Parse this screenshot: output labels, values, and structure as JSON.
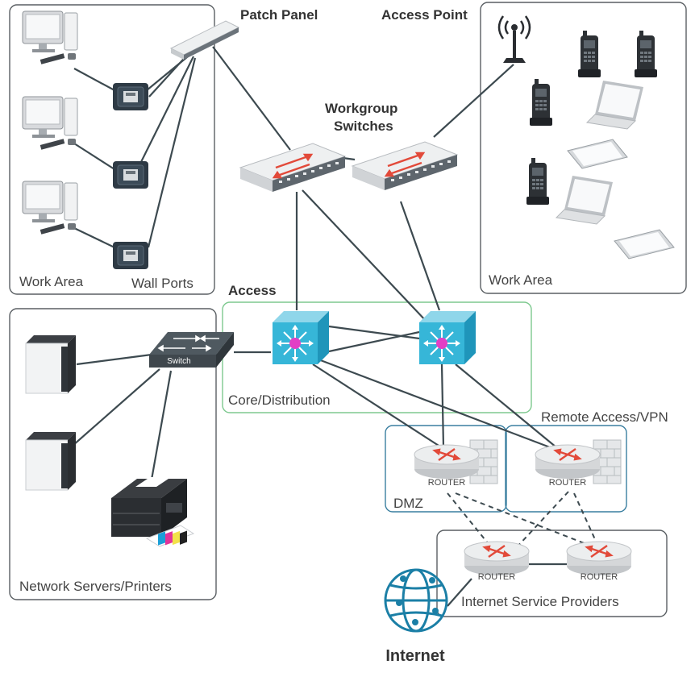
{
  "labels": {
    "patch_panel": "Patch Panel",
    "access_point": "Access Point",
    "workgroup_switches_1": "Workgroup",
    "workgroup_switches_2": "Switches",
    "work_area_left": "Work Area",
    "wall_ports": "Wall Ports",
    "work_area_right": "Work Area",
    "access": "Access",
    "core_distribution": "Core/Distribution",
    "remote_access_vpn": "Remote Access/VPN",
    "dmz": "DMZ",
    "network_servers_printers": "Network Servers/Printers",
    "internet_service_providers": "Internet Service Providers",
    "internet": "Internet",
    "switch": "Switch",
    "router": "ROUTER"
  },
  "colors": {
    "group_border": "#5a5f63",
    "access_border": "#7ec98f",
    "dmz_border": "#3a7fa0",
    "core_switch": "#36b6d8",
    "core_center": "#e23fc5",
    "arrow_red": "#e24a3a",
    "internet_blue": "#1b7fa6",
    "wire": "#3d4a50"
  },
  "icons": [
    "desktop-computer-icon",
    "wall-port-icon",
    "patch-panel-icon",
    "workgroup-switch-icon",
    "access-point-antenna-icon",
    "cordless-phone-icon",
    "laptop-icon",
    "tablet-icon",
    "core-switch-icon",
    "switch-icon",
    "server-icon",
    "printer-icon",
    "router-icon",
    "firewall-icon",
    "internet-globe-icon"
  ]
}
